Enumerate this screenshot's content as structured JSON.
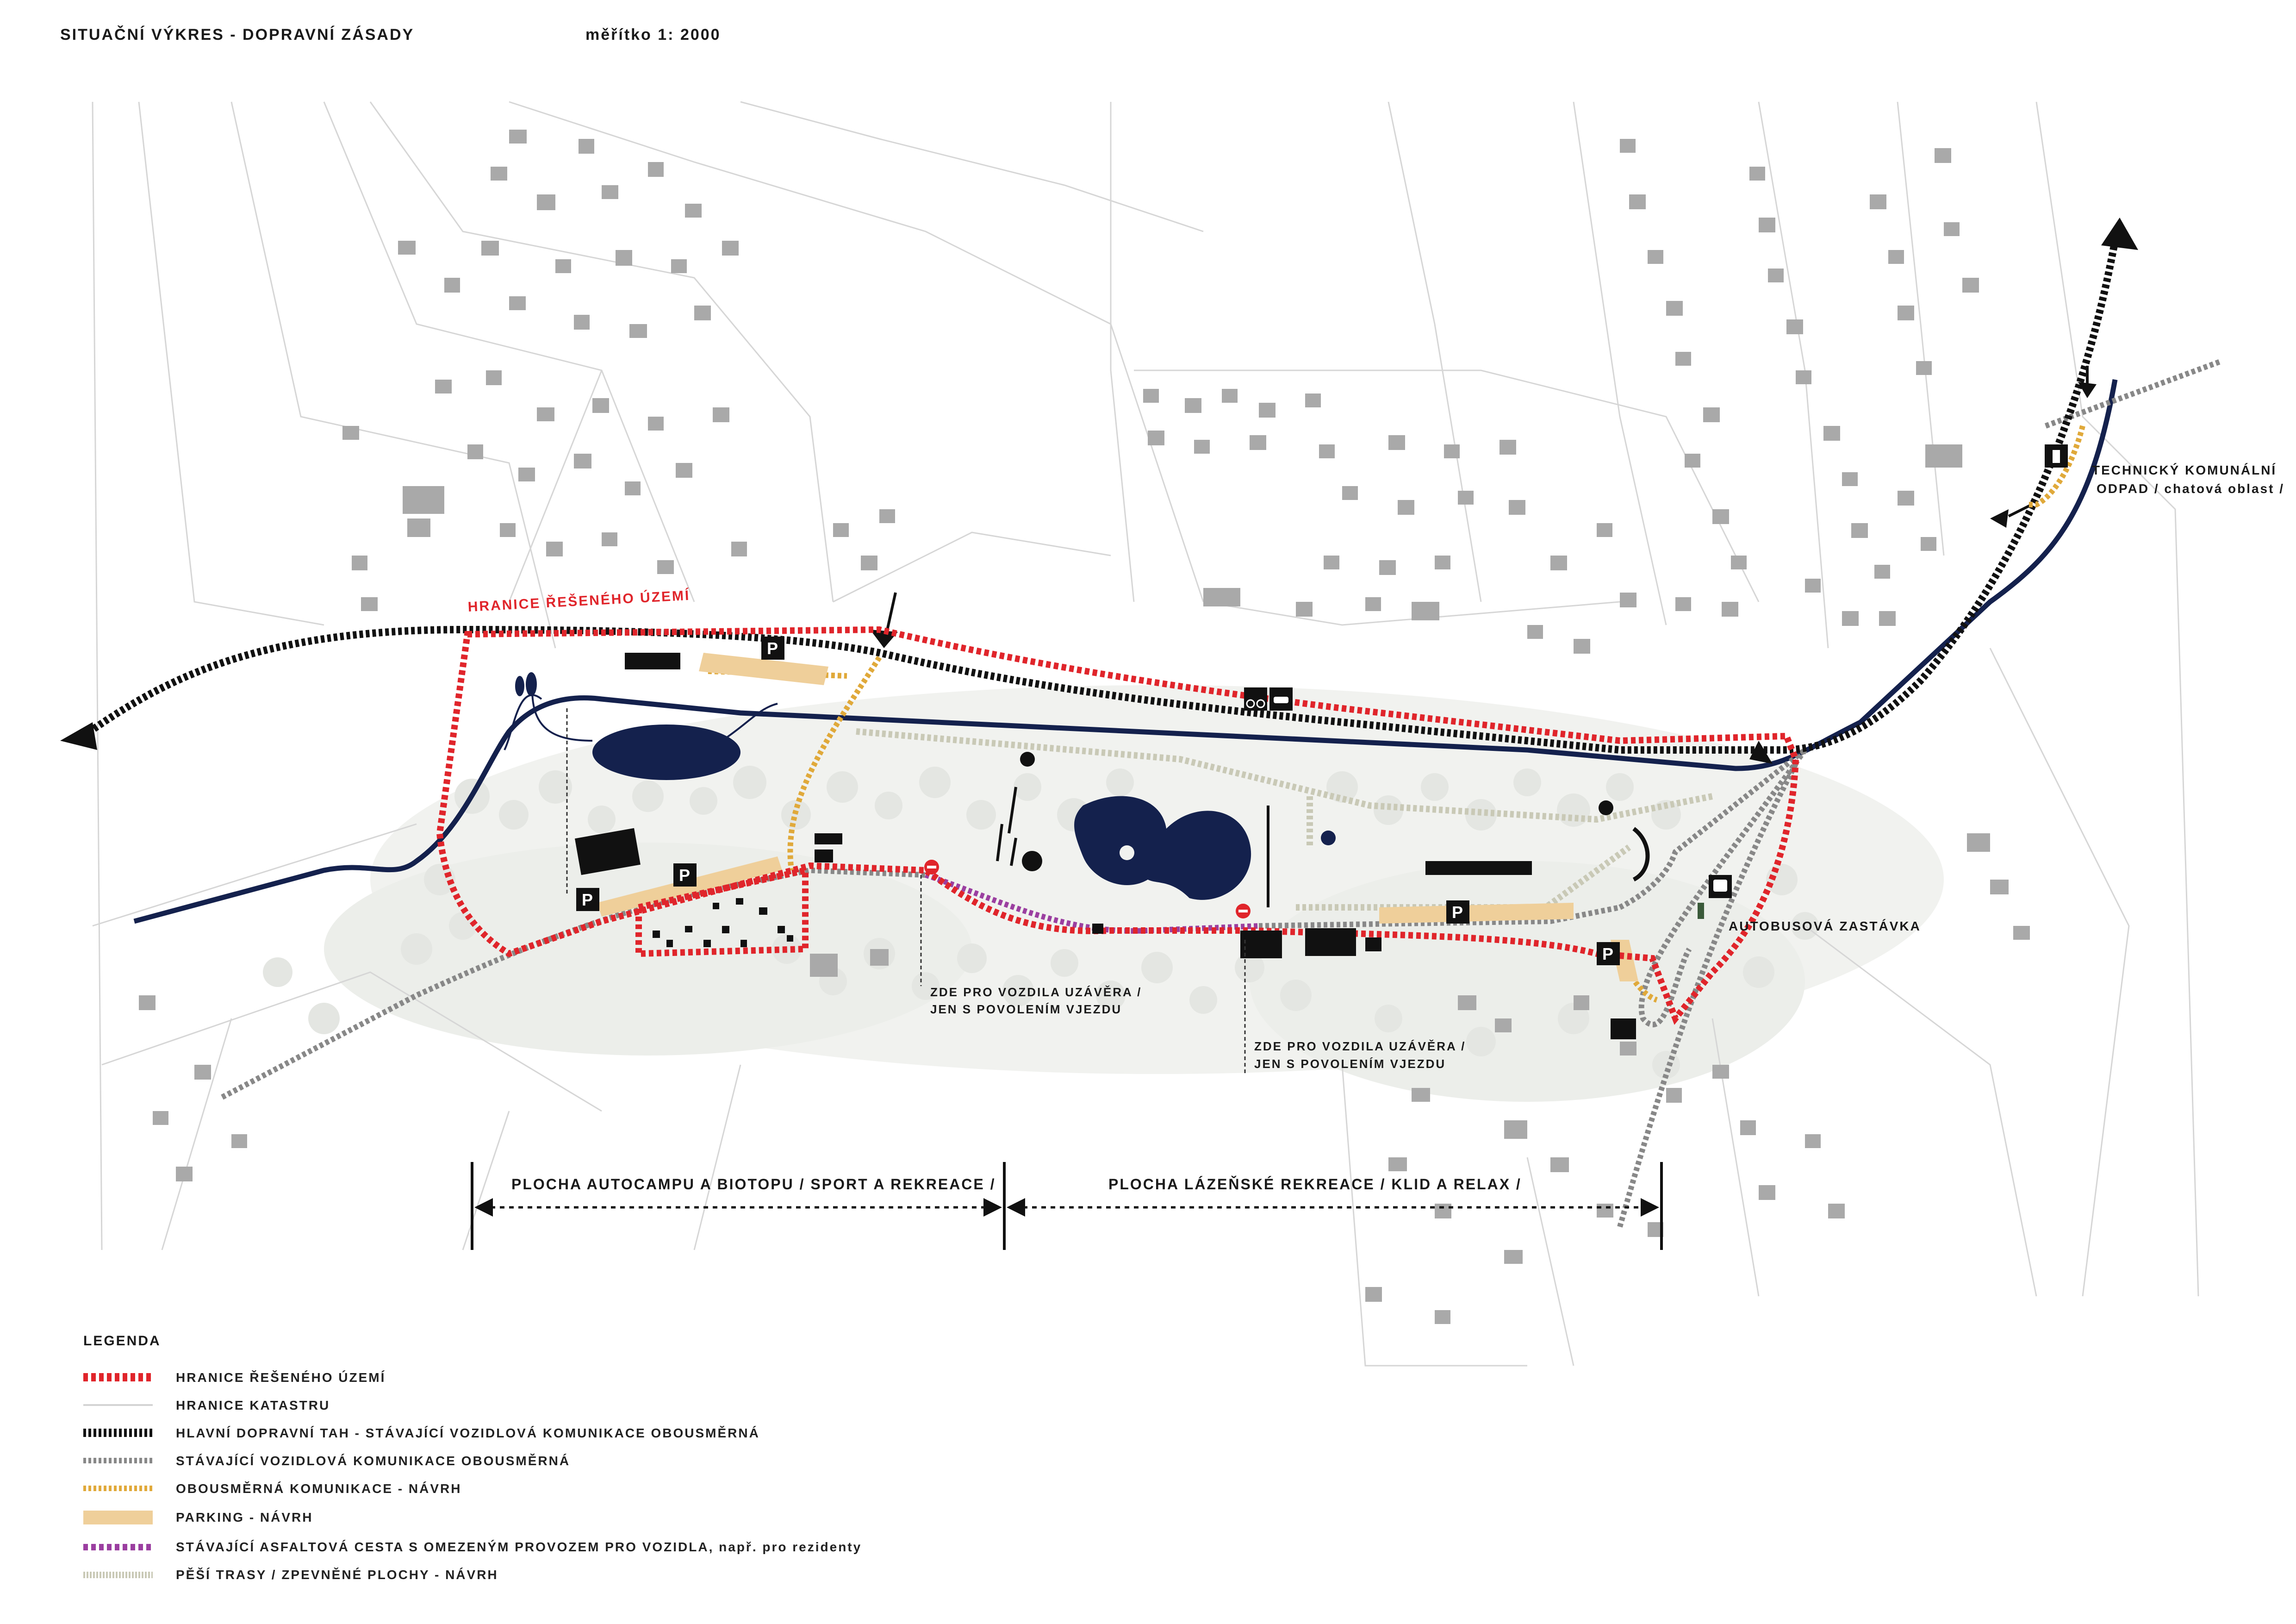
{
  "header": {
    "title": "SITUAČNÍ VÝKRES - DOPRAVNÍ ZÁSADY",
    "scale": "měřítko 1: 2000"
  },
  "map_labels": {
    "boundary": "HRANICE ŘEŠENÉHO ÚZEMÍ",
    "waste_line1": "TECHNICKÝ KOMUNÁLNÍ",
    "waste_line2": "ODPAD / chatová oblast /",
    "bus_stop": "AUTOBUSOVÁ ZASTÁVKA",
    "closure1_line1": "ZDE PRO VOZDILA UZÁVĚRA /",
    "closure1_line2": "JEN S POVOLENÍM VJEZDU",
    "closure2_line1": "ZDE PRO VOZDILA UZÁVĚRA /",
    "closure2_line2": "JEN S POVOLENÍM VJEZDU",
    "zone_left": "PLOCHA AUTOCAMPU A BIOTOPU / SPORT A REKREACE /",
    "zone_right": "PLOCHA LÁZEŇSKÉ REKREACE / KLID A RELAX /",
    "parking_symbol": "P"
  },
  "legend": {
    "title": "LEGENDA",
    "items": [
      {
        "label": "HRANICE ŘEŠENÉHO ÚZEMÍ",
        "color": "#e0252b"
      },
      {
        "label": "HRANICE KATASTRU",
        "color": "#d4d4d4"
      },
      {
        "label": "HLAVNÍ DOPRAVNÍ TAH - STÁVAJÍCÍ VOZIDLOVÁ KOMUNIKACE OBOUSMĚRNÁ",
        "color": "#111111"
      },
      {
        "label": "STÁVAJÍCÍ VOZIDLOVÁ KOMUNIKACE OBOUSMĚRNÁ",
        "color": "#888888"
      },
      {
        "label": "OBOUSMĚRNÁ KOMUNIKACE - NÁVRH",
        "color": "#e0a93a"
      },
      {
        "label": "PARKING - NÁVRH",
        "color": "#efcf9a"
      },
      {
        "label": "STÁVAJÍCÍ ASFALTOVÁ CESTA S OMEZENÝM PROVOZEM PRO VOZIDLA, např. pro rezidenty",
        "color": "#9b3fa0"
      },
      {
        "label": "PĚŠÍ TRASY / ZPEVNĚNÉ PLOCHY - NÁVRH",
        "color": "#c9c9b6"
      }
    ]
  },
  "colors": {
    "stream": "#14214d",
    "boundary": "#e0252b",
    "main_road": "#111111",
    "local_road": "#888888",
    "proposed_road": "#e0a93a",
    "parking": "#efcf9a",
    "restricted": "#9b3fa0",
    "footpath": "#c9c9b6",
    "buildings": "#a9a9a9"
  }
}
